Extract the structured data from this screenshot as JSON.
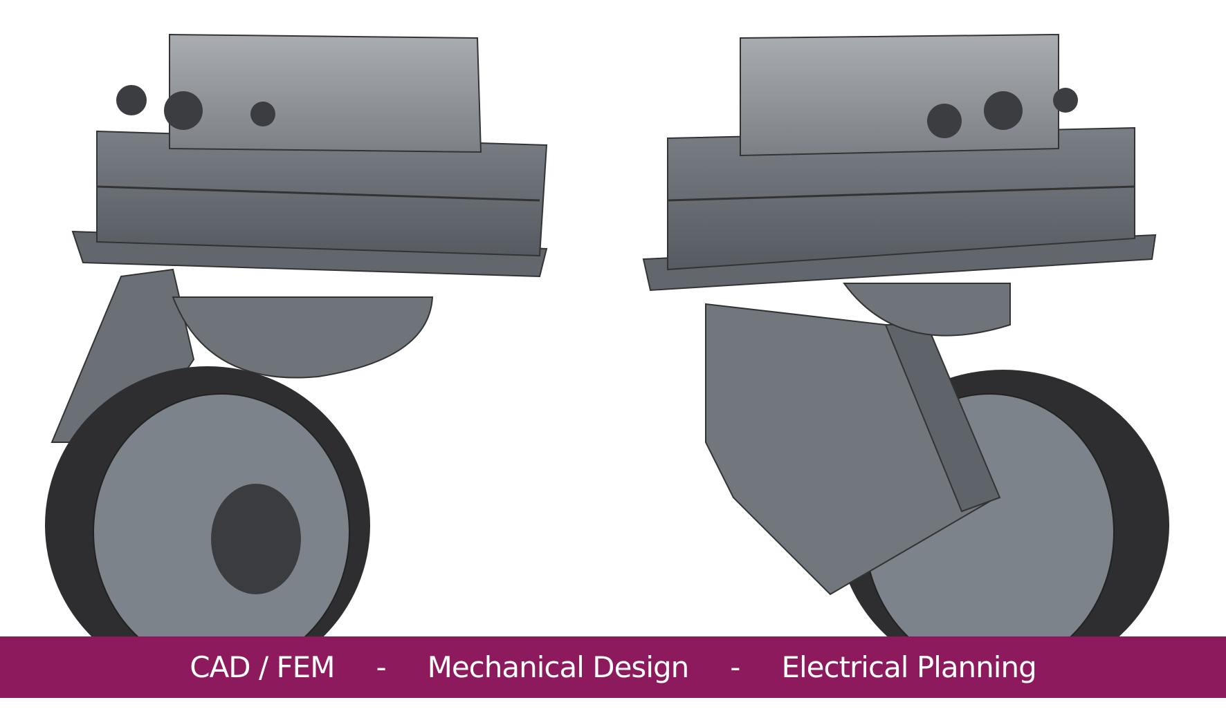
{
  "banner": {
    "items": [
      "CAD / FEM",
      "Mechanical Design",
      "Electrical Planning"
    ],
    "separator": "-"
  },
  "colors": {
    "banner": "#8C1A5C",
    "metal": "#6E737A",
    "tire": "#2E2E30"
  }
}
